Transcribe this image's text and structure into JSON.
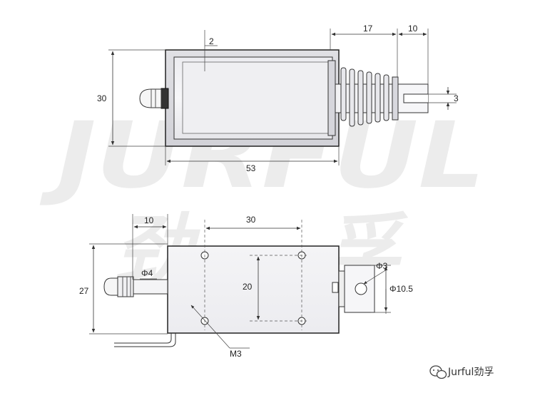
{
  "top_view": {
    "wall_thickness": "2",
    "plunger_extension": "17",
    "plunger_tip": "10",
    "body_height": "30",
    "slot_width": "3",
    "body_length": "53"
  },
  "bottom_view": {
    "rear_offset": "10",
    "hole_spacing_x": "30",
    "body_height": "27",
    "hole_spacing_y": "20",
    "rear_shaft_dia": "Φ4",
    "pin_hole_dia": "Φ3",
    "plunger_dia": "Φ10.5",
    "mount_thread": "M3"
  },
  "watermark": {
    "text": "JURFUL",
    "cjk": [
      "劲",
      "孚"
    ]
  },
  "brand": {
    "label": "Jurful劲孚",
    "icon": "wechat-icon"
  }
}
